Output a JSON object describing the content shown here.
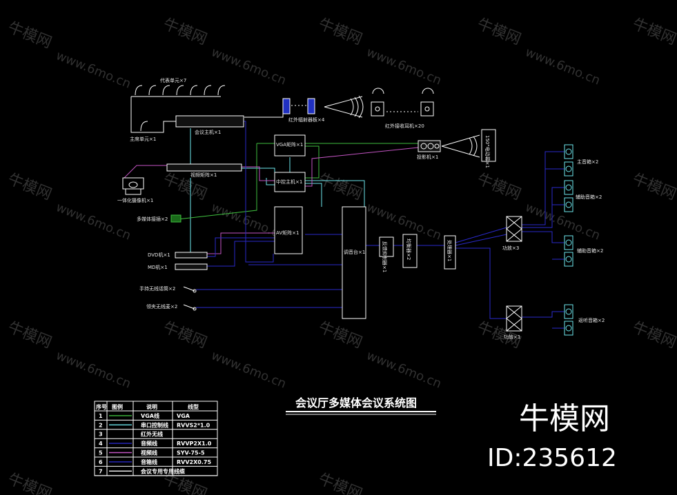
{
  "title": "会议厅多媒体会议系统图",
  "brand": {
    "name": "牛模网",
    "id": "ID:235612"
  },
  "watermark": {
    "text": "牛模网",
    "url": "www.6mo.cn"
  },
  "colors": {
    "vga": "#3fc03f",
    "serial": "#6ee8ee",
    "infrared": "#ffffff",
    "audio": "#2a2acc",
    "video": "#c455c4",
    "speaker": "#2a2acc",
    "special": "#ffffff"
  },
  "labels": {
    "delegate_units": "代表单元×7",
    "chairman_unit": "主席单元×1",
    "conference_host": "会议主机×1",
    "ir_emitter": "红外辐射器板×4",
    "ir_receiver": "红外接收耳机×20",
    "vga_matrix": "VGA矩阵×1",
    "projector": "投影机×1",
    "screen": "150\"电动幕×1",
    "central_control": "中控主机×1",
    "video_matrix": "视频矩阵×1",
    "camera": "一体化摄像机×1",
    "multi_media_box": "多媒体接插×2",
    "av_matrix": "AV矩阵×1",
    "dvd": "DVD机×1",
    "md": "MD机×1",
    "handheld_mic": "手持无线话筒×2",
    "lavalier_mic": "领夹无线麦×2",
    "mixer": "调音台×1",
    "feedback_suppressor": "反馈抑制器×1",
    "equalizer": "均衡器×2",
    "processor": "处理器×1",
    "amp_3": "功放×3",
    "amp_1": "功放×1",
    "main_speakers": "主音箱×2",
    "aux_speakers_1": "辅助音箱×2",
    "aux_speakers_2": "辅助音箱×2",
    "monitor_speakers": "返听音箱×2"
  },
  "legend": {
    "headers": [
      "序号",
      "图例",
      "说明",
      "线型"
    ],
    "rows": [
      {
        "no": "1",
        "desc": "VGA线",
        "type": "VGA",
        "color": "#3fc03f"
      },
      {
        "no": "2",
        "desc": "串口控制线",
        "type": "RVVS2*1.0",
        "color": "#6ee8ee"
      },
      {
        "no": "3",
        "desc": "红外无线",
        "type": "",
        "color": ""
      },
      {
        "no": "4",
        "desc": "音频线",
        "type": "RVVP2X1.0",
        "color": "#2a2acc"
      },
      {
        "no": "5",
        "desc": "视频线",
        "type": "SYV-75-5",
        "color": "#c455c4"
      },
      {
        "no": "6",
        "desc": "音箱线",
        "type": "RVV2X0.75",
        "color": "#2a2acc"
      },
      {
        "no": "7",
        "desc": "会议专用专用线缆",
        "type": "",
        "color": "#ffffff"
      }
    ]
  }
}
